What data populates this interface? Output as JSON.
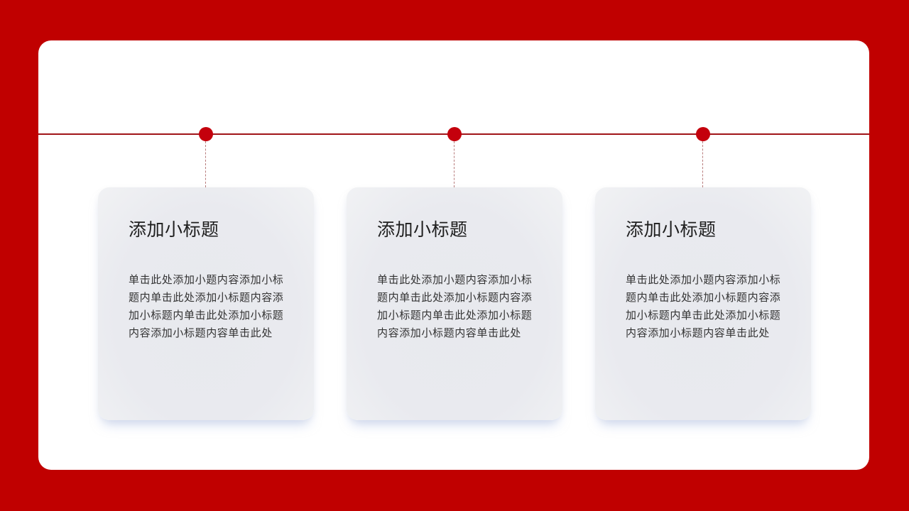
{
  "colors": {
    "background": "#c00000",
    "panel": "#ffffff",
    "timeline_line": "#a01418",
    "dot": "#c4000c",
    "card": "#e9eaef"
  },
  "timeline": {
    "nodes": [
      {
        "title": "添加小标题",
        "body": "单击此处添加小题内容添加小标题内单击此处添加小标题内容添加小标题内单击此处添加小标题内容添加小标题内容单击此处"
      },
      {
        "title": "添加小标题",
        "body": "单击此处添加小题内容添加小标题内单击此处添加小标题内容添加小标题内单击此处添加小标题内容添加小标题内容单击此处"
      },
      {
        "title": "添加小标题",
        "body": "单击此处添加小题内容添加小标题内单击此处添加小标题内容添加小标题内单击此处添加小标题内容添加小标题内容单击此处"
      }
    ]
  }
}
